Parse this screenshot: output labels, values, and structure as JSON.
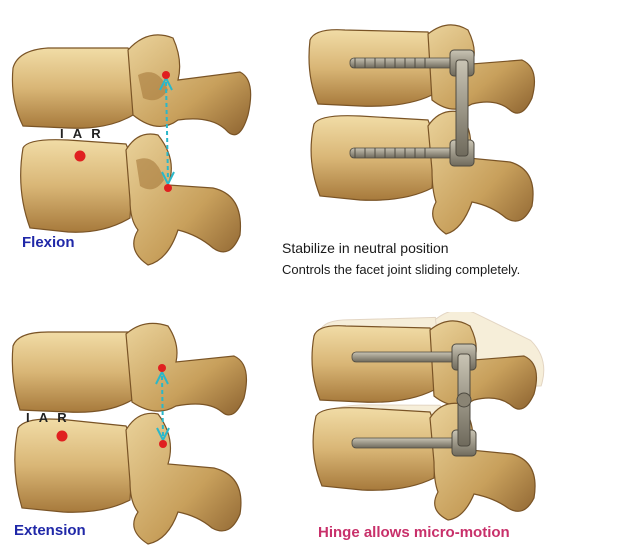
{
  "labels": {
    "iar_top": "I A R",
    "iar_bottom": "I A R",
    "flexion": "Flexion",
    "extension": "Extension",
    "caption_line1": "Stabilize in neutral position",
    "caption_line2": "Controls the facet joint sliding completely.",
    "hinge": "Hinge allows micro-motion"
  },
  "colors": {
    "bone_light": "#e8cf93",
    "bone_mid": "#c49a55",
    "bone_dark": "#7a5426",
    "marker_red": "#e02020",
    "arrow_cyan": "#2ab7c9",
    "screw_metal": "#9a9382",
    "mode_blue": "#2028a8",
    "hinge_pink": "#c8306a"
  }
}
